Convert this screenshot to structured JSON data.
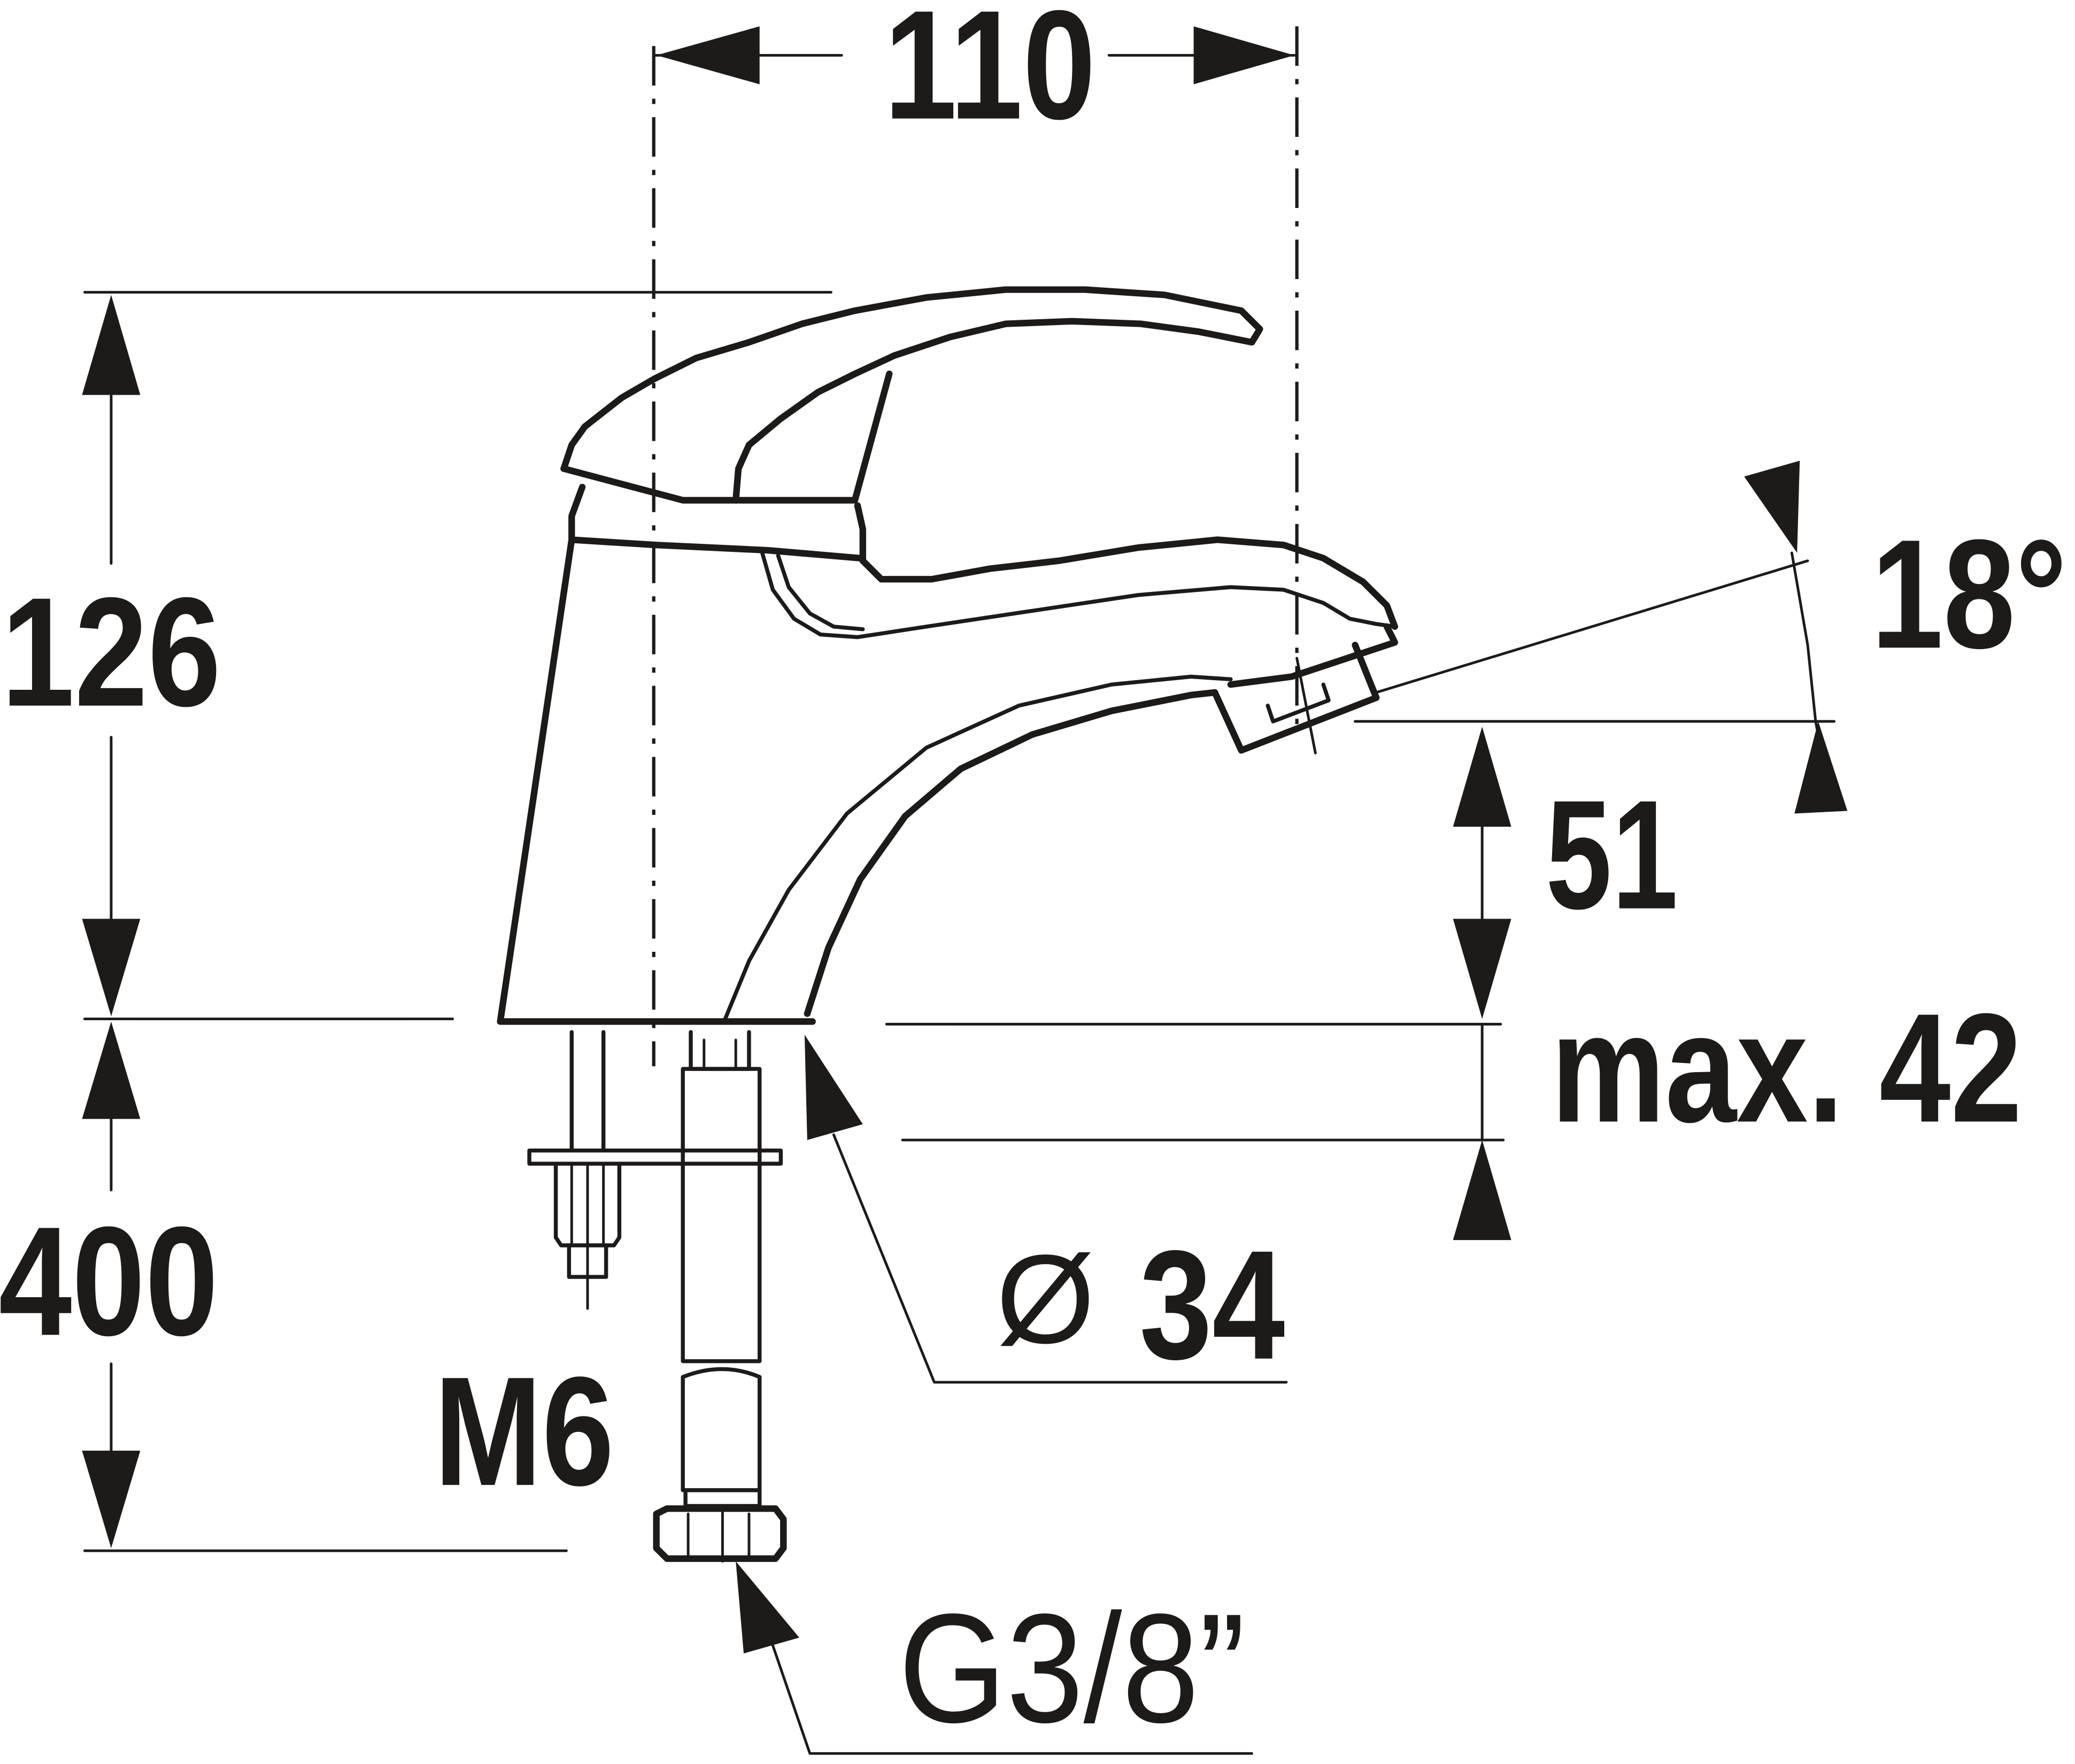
{
  "drawing": {
    "title": "Single-lever basin mixer — dimensional drawing",
    "line_color": "#1d1a1a",
    "background": "#ffffff"
  },
  "dimensions": {
    "width_top": "110",
    "height_total": "126",
    "spout_angle": "18°",
    "spout_height": "51",
    "deck_thickness": "max. 42",
    "base_diameter": "Ø 34",
    "hose_length": "400",
    "anchor_thread": "M6",
    "hose_connection": "G3/8”"
  }
}
